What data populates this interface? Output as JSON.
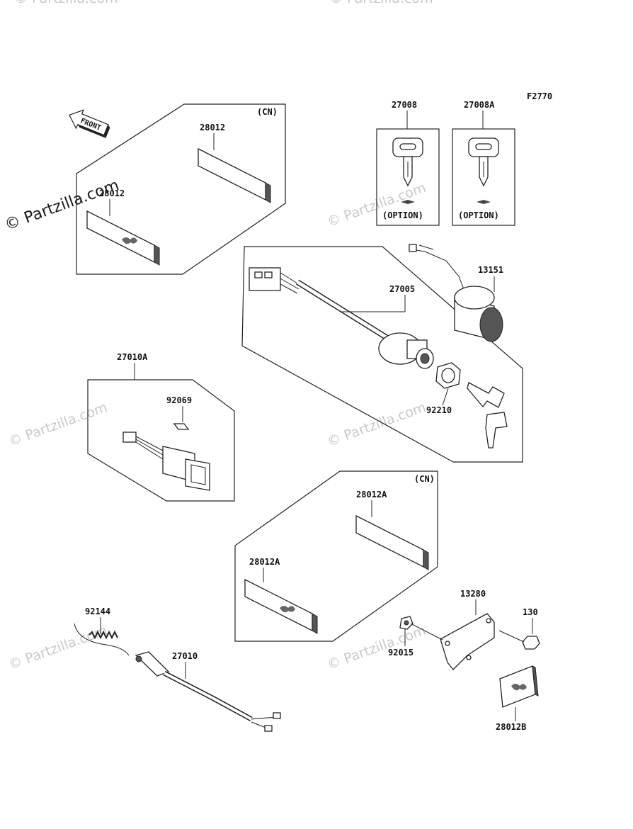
{
  "figure_code": "F2770",
  "watermark_text": "© Partzilla.com",
  "front_arrow_label": "FRONT",
  "groups": {
    "top_left": {
      "region_tag": "(CN)"
    },
    "bottom_center": {
      "region_tag": "(CN)"
    }
  },
  "option_labels": {
    "key_27008": "(OPTION)",
    "key_27008A": "(OPTION)"
  },
  "part_callouts": {
    "p28012_a": "28012",
    "p28012_b": "28012",
    "p27008": "27008",
    "p27008A": "27008A",
    "p13151": "13151",
    "p27005": "27005",
    "p92210": "92210",
    "p27010A": "27010A",
    "p92069": "92069",
    "p28012A_a": "28012A",
    "p28012A_b": "28012A",
    "p92144": "92144",
    "p27010": "27010",
    "p13280": "13280",
    "p130": "130",
    "p92015": "92015",
    "p28012B": "28012B"
  }
}
